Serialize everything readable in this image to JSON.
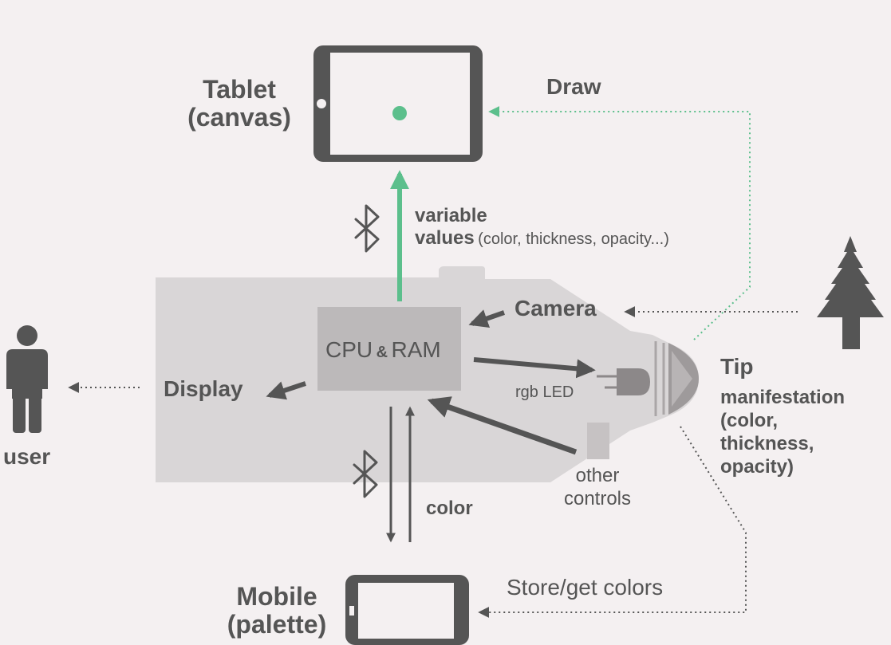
{
  "labels": {
    "tablet_line1": "Tablet",
    "tablet_line2": "(canvas)",
    "draw": "Draw",
    "variable": "variable",
    "values": "values",
    "values_detail": "(color, thickness, opacity...)",
    "camera": "Camera",
    "cpu": "CPU",
    "amp": "&",
    "ram": "RAM",
    "display": "Display",
    "user": "user",
    "rgb_led": "rgb LED",
    "tip": "Tip",
    "manifestation": "manifestation",
    "tip_detail_1": "(color,",
    "tip_detail_2": "thickness,",
    "tip_detail_3": "opacity)",
    "other": "other",
    "controls": "controls",
    "color": "color",
    "mobile_line1": "Mobile",
    "mobile_line2": "(palette)",
    "store_get": "Store/get colors"
  },
  "icons": [
    "bluetooth-icon",
    "tree-icon",
    "person-icon",
    "tablet-icon",
    "mobile-icon",
    "led-icon"
  ],
  "colors": {
    "background": "#f4f0f1",
    "text": "#555555",
    "accent_green": "#5cbf8c",
    "device_body": "#d9d6d7",
    "cpu_box": "#bcb9ba"
  }
}
